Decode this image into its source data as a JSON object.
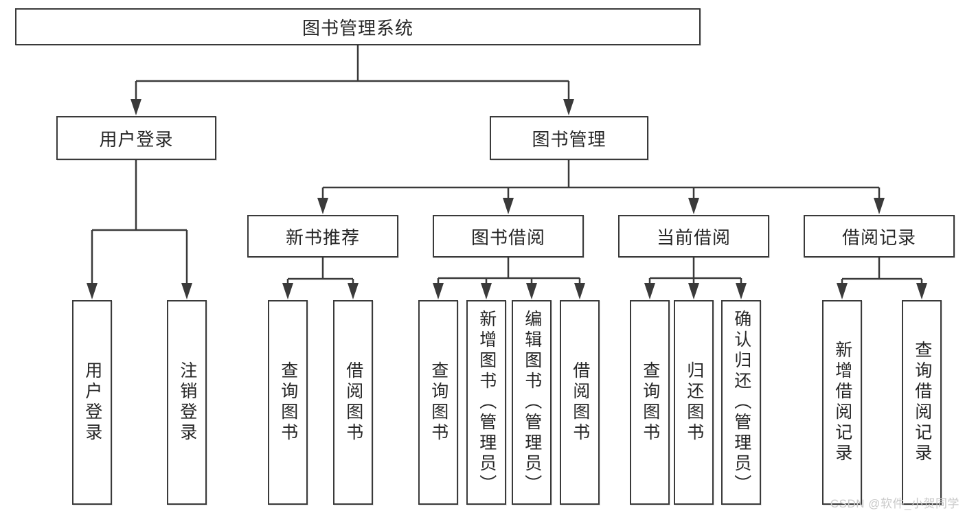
{
  "tree": {
    "root": "图书管理系统",
    "user_login": {
      "label": "用户登录",
      "children": [
        "用户登录",
        "注销登录"
      ]
    },
    "book_manage": {
      "label": "图书管理",
      "sections": [
        {
          "label": "新书推荐",
          "children": [
            "查询图书",
            "借阅图书"
          ]
        },
        {
          "label": "图书借阅",
          "children": [
            "查询图书",
            "新增图书（管理员）",
            "编辑图书（管理员）",
            "借阅图书"
          ]
        },
        {
          "label": "当前借阅",
          "children": [
            "查询图书",
            "归还图书",
            "确认归还（管理员）"
          ]
        },
        {
          "label": "借阅记录",
          "children": [
            "新增借阅记录",
            "查询借阅记录"
          ]
        }
      ]
    }
  },
  "watermark": "CSDN @软件_小贺同学",
  "colors": {
    "line": "#3a3a3a",
    "text": "#262626",
    "watermark": "#c9c9c9"
  }
}
